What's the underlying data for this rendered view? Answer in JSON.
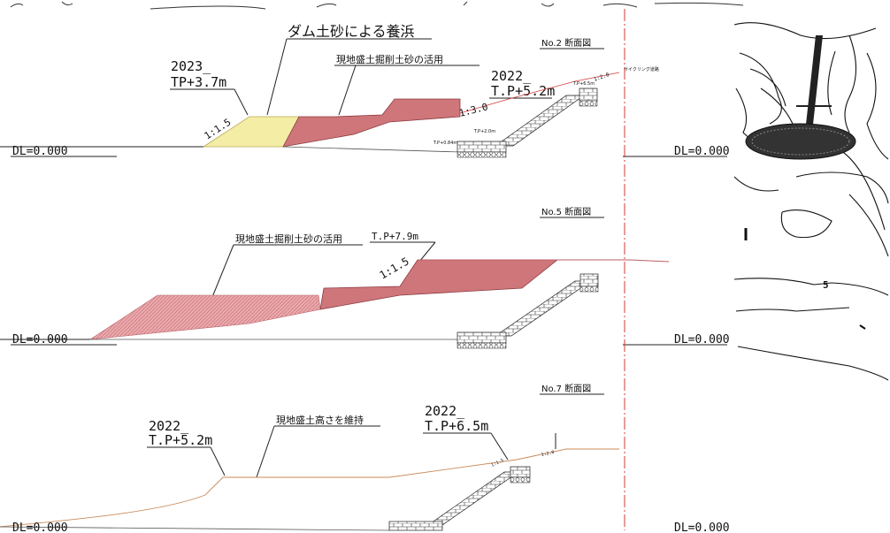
{
  "title": "ダム土砂による養浜",
  "datum": "DL=0.000",
  "sections": {
    "no2": {
      "name": "No.2 断面図",
      "label_2023": "2023_",
      "label_tp37": "TP+3.7m",
      "label_excavated": "現地盛土掘削土砂の活用",
      "label_2022": "2022_",
      "label_tp52": "T.P+5.2m",
      "slope_15": "1:1.5",
      "slope_30": "1:3.0",
      "slope_20": "1:2.0",
      "small_tp65": "T.P+6.5m",
      "small_tp20": "T.P+2.0m",
      "small_tp084": "T.P+0.84m",
      "road": "サイクリング道路"
    },
    "no5": {
      "name": "No.5 断面図",
      "label_excavated": "現地盛土掘削土砂の活用",
      "label_tp79": "T.P+7.9m",
      "slope_15": "1:1.5"
    },
    "no7": {
      "name": "No.7 断面図",
      "label_keep": "現地盛土高さを維持",
      "label_2022_left": "2022_",
      "label_tp52": "T.P+5.2m",
      "label_2022_right": "2022_",
      "label_tp65": "T.P+6.5m",
      "slope_15": "1:1.5",
      "slope_20": "1:2.0"
    }
  },
  "map": {
    "contour_5": "5"
  },
  "colors": {
    "dam_sand": "#f4eda5",
    "excavated_soil": "#cf767b",
    "line": "#222222",
    "red_line": "#d43a3a"
  }
}
